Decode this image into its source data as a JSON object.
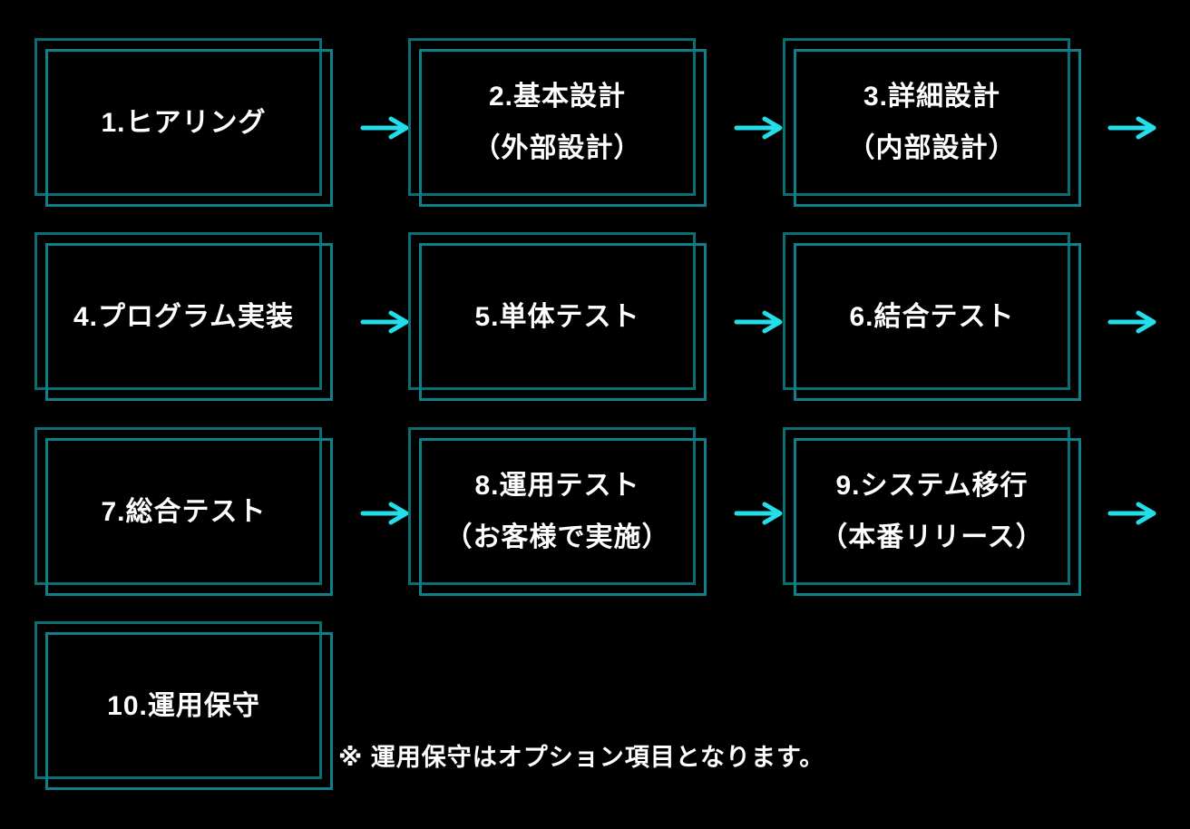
{
  "colors": {
    "background": "#000000",
    "frame_back": "#0a6e72",
    "frame_front": "#0f8087",
    "arrow": "#23dde9",
    "text": "#ffffff"
  },
  "steps": [
    {
      "line1": "1.ヒアリング",
      "line2": ""
    },
    {
      "line1": "2.基本設計",
      "line2": "（外部設計）"
    },
    {
      "line1": "3.詳細設計",
      "line2": "（内部設計）"
    },
    {
      "line1": "4.プログラム実装",
      "line2": ""
    },
    {
      "line1": "5.単体テスト",
      "line2": ""
    },
    {
      "line1": "6.結合テスト",
      "line2": ""
    },
    {
      "line1": "7.総合テスト",
      "line2": ""
    },
    {
      "line1": "8.運用テスト",
      "line2": "（お客様で実施）"
    },
    {
      "line1": "9.システム移行",
      "line2": "（本番リリース）"
    },
    {
      "line1": "10.運用保守",
      "line2": ""
    }
  ],
  "note": "※ 運用保守はオプション項目となります。"
}
